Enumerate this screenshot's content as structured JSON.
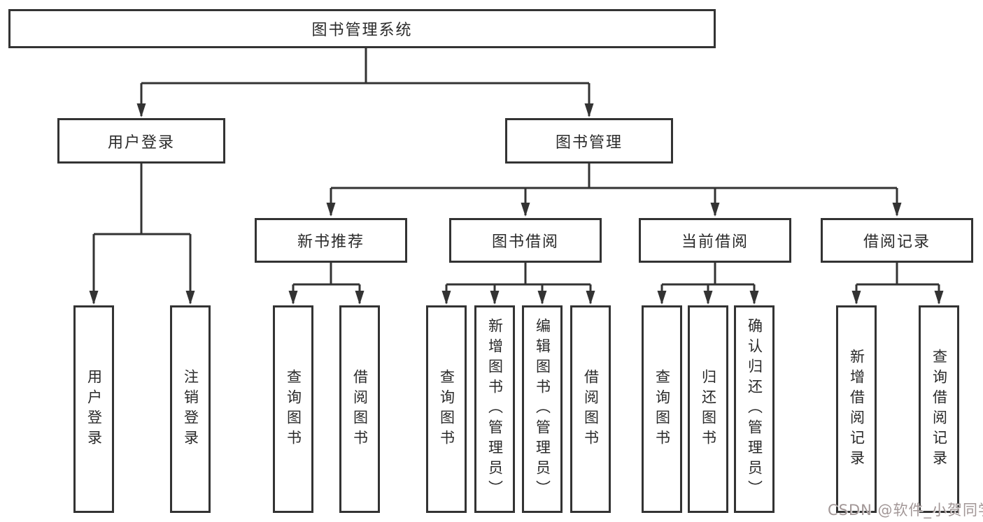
{
  "diagram_title": "图书管理系统",
  "hierarchy": {
    "label": "图书管理系统",
    "children": [
      {
        "label": "用户登录",
        "children": [
          {
            "label": "用户登录"
          },
          {
            "label": "注销登录"
          }
        ]
      },
      {
        "label": "图书管理",
        "children": [
          {
            "label": "新书推荐",
            "children": [
              {
                "label": "查询图书"
              },
              {
                "label": "借阅图书"
              }
            ]
          },
          {
            "label": "图书借阅",
            "children": [
              {
                "label": "查询图书"
              },
              {
                "label": "新增图书（管理员）"
              },
              {
                "label": "编辑图书（管理员）"
              },
              {
                "label": "借阅图书"
              }
            ]
          },
          {
            "label": "当前借阅",
            "children": [
              {
                "label": "查询图书"
              },
              {
                "label": "归还图书"
              },
              {
                "label": "确认归还（管理员）"
              }
            ]
          },
          {
            "label": "借阅记录",
            "children": [
              {
                "label": "新增借阅记录"
              },
              {
                "label": "查询借阅记录"
              }
            ]
          }
        ]
      }
    ]
  },
  "watermark": {
    "text": "CSDN @软件_小贺同学"
  },
  "colors": {
    "line": "#333333",
    "box_border": "#333333",
    "box_background": "#ffffff",
    "text": "#2a2a2a",
    "watermark": "#a29797",
    "background": "#ffffff"
  }
}
